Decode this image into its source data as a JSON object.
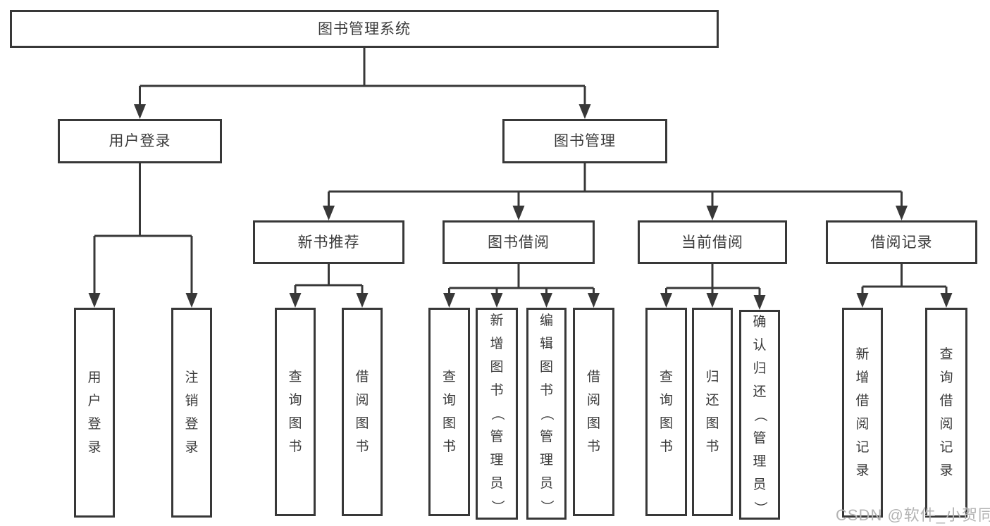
{
  "diagram": {
    "title": "图书管理系统",
    "nodes": [
      {
        "id": "root",
        "label": "图书管理系统"
      },
      {
        "id": "user-login",
        "label": "用户登录"
      },
      {
        "id": "book-mgmt",
        "label": "图书管理"
      },
      {
        "id": "login",
        "label": "用户登录"
      },
      {
        "id": "logout",
        "label": "注销登录"
      },
      {
        "id": "new-book-rec",
        "label": "新书推荐"
      },
      {
        "id": "book-borrow",
        "label": "图书借阅"
      },
      {
        "id": "current-borrow",
        "label": "当前借阅"
      },
      {
        "id": "borrow-records",
        "label": "借阅记录"
      },
      {
        "id": "nbr-query",
        "label": "查询图书"
      },
      {
        "id": "nbr-borrow",
        "label": "借阅图书"
      },
      {
        "id": "bb-query",
        "label": "查询图书"
      },
      {
        "id": "bb-add",
        "label": "新增图书（管理员）"
      },
      {
        "id": "bb-edit",
        "label": "编辑图书（管理员）"
      },
      {
        "id": "bb-borrow",
        "label": "借阅图书"
      },
      {
        "id": "cb-query",
        "label": "查询图书"
      },
      {
        "id": "cb-return",
        "label": "归还图书"
      },
      {
        "id": "cb-confirm",
        "label": "确认归还（管理员）"
      },
      {
        "id": "br-add",
        "label": "新增借阅记录"
      },
      {
        "id": "br-query",
        "label": "查询借阅记录"
      }
    ]
  },
  "watermark": {
    "text": "CSDN @软件_小贺同学"
  },
  "colors": {
    "line": "#383838",
    "box_border": "#383838",
    "box_bg": "#ffffff",
    "text": "#3b3b3b",
    "watermark": "#b3b3b3",
    "background": "#ffffff"
  }
}
